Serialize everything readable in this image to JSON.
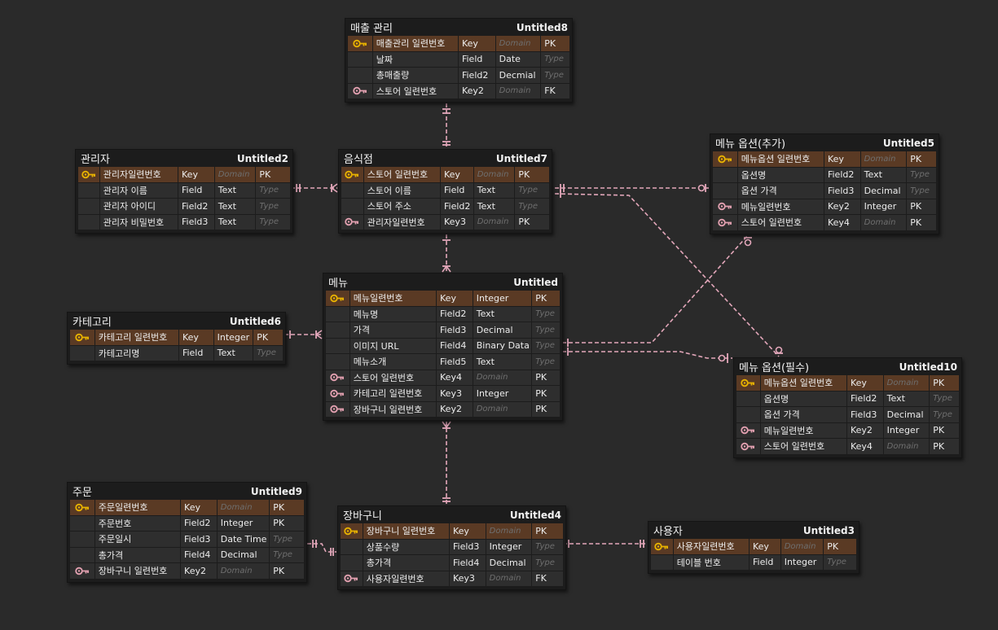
{
  "colors": {
    "background": "#2a2a2a",
    "entity": "#1c1c1c",
    "cell": "#2e2e2e",
    "pk_row": "#5a3a24",
    "primary_key_icon": "#e8b200",
    "foreign_key_icon": "#e2a0b0",
    "link": "#e3a7ba"
  },
  "entities": [
    {
      "id": "sales",
      "title": "매출 관리",
      "subtitle": "Untitled8",
      "rows": [
        {
          "icon": "primary-key",
          "name": "매출관리 일련번호",
          "kind": "Key",
          "type": "",
          "constraint": "PK"
        },
        {
          "icon": "",
          "name": "날짜",
          "kind": "Field",
          "type": "Date",
          "constraint": ""
        },
        {
          "icon": "",
          "name": "총매출량",
          "kind": "Field2",
          "type": "Decmial",
          "constraint": ""
        },
        {
          "icon": "foreign-key",
          "name": "스토어 일련번호",
          "kind": "Key2",
          "type": "",
          "constraint": "FK"
        }
      ]
    },
    {
      "id": "admin",
      "title": "관리자",
      "subtitle": "Untitled2",
      "rows": [
        {
          "icon": "primary-key",
          "name": "관리자일련번호",
          "kind": "Key",
          "type": "",
          "constraint": "PK"
        },
        {
          "icon": "",
          "name": "관리자 이름",
          "kind": "Field",
          "type": "Text",
          "constraint": ""
        },
        {
          "icon": "",
          "name": "관리자 아이디",
          "kind": "Field2",
          "type": "Text",
          "constraint": ""
        },
        {
          "icon": "",
          "name": "관리자 비밀번호",
          "kind": "Field3",
          "type": "Text",
          "constraint": ""
        }
      ]
    },
    {
      "id": "store",
      "title": "음식점",
      "subtitle": "Untitled7",
      "rows": [
        {
          "icon": "primary-key",
          "name": "스토어 일련번호",
          "kind": "Key",
          "type": "",
          "constraint": "PK"
        },
        {
          "icon": "",
          "name": "스토어 이름",
          "kind": "Field",
          "type": "Text",
          "constraint": ""
        },
        {
          "icon": "",
          "name": "스토어 주소",
          "kind": "Field2",
          "type": "Text",
          "constraint": ""
        },
        {
          "icon": "foreign-key",
          "name": "관리자일련번호",
          "kind": "Key3",
          "type": "",
          "constraint": "PK"
        }
      ]
    },
    {
      "id": "option_add",
      "title": "메뉴 옵션(추가)",
      "subtitle": "Untitled5",
      "rows": [
        {
          "icon": "primary-key",
          "name": "메뉴옵션 일련번호",
          "kind": "Key",
          "type": "",
          "constraint": "PK"
        },
        {
          "icon": "",
          "name": "옵션명",
          "kind": "Field2",
          "type": "Text",
          "constraint": ""
        },
        {
          "icon": "",
          "name": "옵션 가격",
          "kind": "Field3",
          "type": "Decimal",
          "constraint": ""
        },
        {
          "icon": "foreign-key",
          "name": "메뉴일련번호",
          "kind": "Key2",
          "type": "Integer",
          "constraint": "PK"
        },
        {
          "icon": "foreign-key",
          "name": "스토어 일련번호",
          "kind": "Key4",
          "type": "",
          "constraint": "PK"
        }
      ]
    },
    {
      "id": "menu",
      "title": "메뉴",
      "subtitle": "Untitled",
      "rows": [
        {
          "icon": "primary-key",
          "name": "메뉴일련번호",
          "kind": "Key",
          "type": "Integer",
          "constraint": "PK"
        },
        {
          "icon": "",
          "name": "메뉴명",
          "kind": "Field2",
          "type": "Text",
          "constraint": ""
        },
        {
          "icon": "",
          "name": "가격",
          "kind": "Field3",
          "type": "Decimal",
          "constraint": ""
        },
        {
          "icon": "",
          "name": "이미지 URL",
          "kind": "Field4",
          "type": "Binary Data",
          "constraint": ""
        },
        {
          "icon": "",
          "name": "메뉴소개",
          "kind": "Field5",
          "type": "Text",
          "constraint": ""
        },
        {
          "icon": "foreign-key",
          "name": "스토어 일련번호",
          "kind": "Key4",
          "type": "",
          "constraint": "PK"
        },
        {
          "icon": "foreign-key",
          "name": "카테고리 일련번호",
          "kind": "Key3",
          "type": "Integer",
          "constraint": "PK"
        },
        {
          "icon": "foreign-key",
          "name": "장바구니 일련번호",
          "kind": "Key2",
          "type": "",
          "constraint": "PK"
        }
      ]
    },
    {
      "id": "category",
      "title": "카테고리",
      "subtitle": "Untitled6",
      "rows": [
        {
          "icon": "primary-key",
          "name": "카테고리 일련번호",
          "kind": "Key",
          "type": "Integer",
          "constraint": "PK"
        },
        {
          "icon": "",
          "name": "카테고리명",
          "kind": "Field",
          "type": "Text",
          "constraint": ""
        }
      ]
    },
    {
      "id": "option_req",
      "title": "메뉴 옵션(필수)",
      "subtitle": "Untitled10",
      "rows": [
        {
          "icon": "primary-key",
          "name": "메뉴옵션 일련번호",
          "kind": "Key",
          "type": "",
          "constraint": "PK"
        },
        {
          "icon": "",
          "name": "옵션명",
          "kind": "Field2",
          "type": "Text",
          "constraint": ""
        },
        {
          "icon": "",
          "name": "옵션 가격",
          "kind": "Field3",
          "type": "Decimal",
          "constraint": ""
        },
        {
          "icon": "foreign-key",
          "name": "메뉴일련번호",
          "kind": "Key2",
          "type": "Integer",
          "constraint": "PK"
        },
        {
          "icon": "foreign-key",
          "name": "스토어 일련번호",
          "kind": "Key4",
          "type": "",
          "constraint": "PK"
        }
      ]
    },
    {
      "id": "order",
      "title": "주문",
      "subtitle": "Untitled9",
      "rows": [
        {
          "icon": "primary-key",
          "name": "주문일련번호",
          "kind": "Key",
          "type": "",
          "constraint": "PK"
        },
        {
          "icon": "",
          "name": "주문번호",
          "kind": "Field2",
          "type": "Integer",
          "constraint": "PK"
        },
        {
          "icon": "",
          "name": "주문일시",
          "kind": "Field3",
          "type": "Date Time",
          "constraint": ""
        },
        {
          "icon": "",
          "name": "총가격",
          "kind": "Field4",
          "type": "Decimal",
          "constraint": ""
        },
        {
          "icon": "foreign-key",
          "name": "장바구니 일련번호",
          "kind": "Key2",
          "type": "",
          "constraint": "PK"
        }
      ]
    },
    {
      "id": "cart",
      "title": "장바구니",
      "subtitle": "Untitled4",
      "rows": [
        {
          "icon": "primary-key",
          "name": "장바구니 일련번호",
          "kind": "Key",
          "type": "",
          "constraint": "PK"
        },
        {
          "icon": "",
          "name": "상품수량",
          "kind": "Field3",
          "type": "Integer",
          "constraint": ""
        },
        {
          "icon": "",
          "name": "총가격",
          "kind": "Field4",
          "type": "Decimal",
          "constraint": ""
        },
        {
          "icon": "foreign-key",
          "name": "사용자일련번호",
          "kind": "Key3",
          "type": "",
          "constraint": "FK"
        }
      ]
    },
    {
      "id": "user",
      "title": "사용자",
      "subtitle": "Untitled3",
      "rows": [
        {
          "icon": "primary-key",
          "name": "사용자일련번호",
          "kind": "Key",
          "type": "",
          "constraint": "PK"
        },
        {
          "icon": "",
          "name": "테이블 번호",
          "kind": "Field",
          "type": "Integer",
          "constraint": ""
        }
      ]
    }
  ]
}
